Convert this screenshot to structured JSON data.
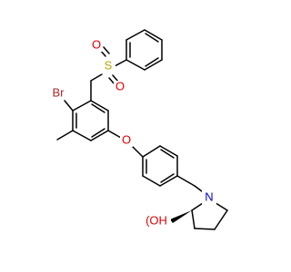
{
  "molecule": {
    "atom_labels": {
      "sulfur": "S",
      "sulfonyl_oxygen_top": "O",
      "sulfonyl_oxygen_bottom": "O",
      "bromine": "Br",
      "ether_oxygen": "O",
      "nitrogen": "N",
      "hydroxyl": "(OH"
    },
    "colors": {
      "bond": "#000000",
      "carbon_text": "#000000",
      "sulfur": "#b8a400",
      "oxygen": "#e00000",
      "bromine": "#a52a2a",
      "nitrogen": "#0000e0"
    }
  }
}
